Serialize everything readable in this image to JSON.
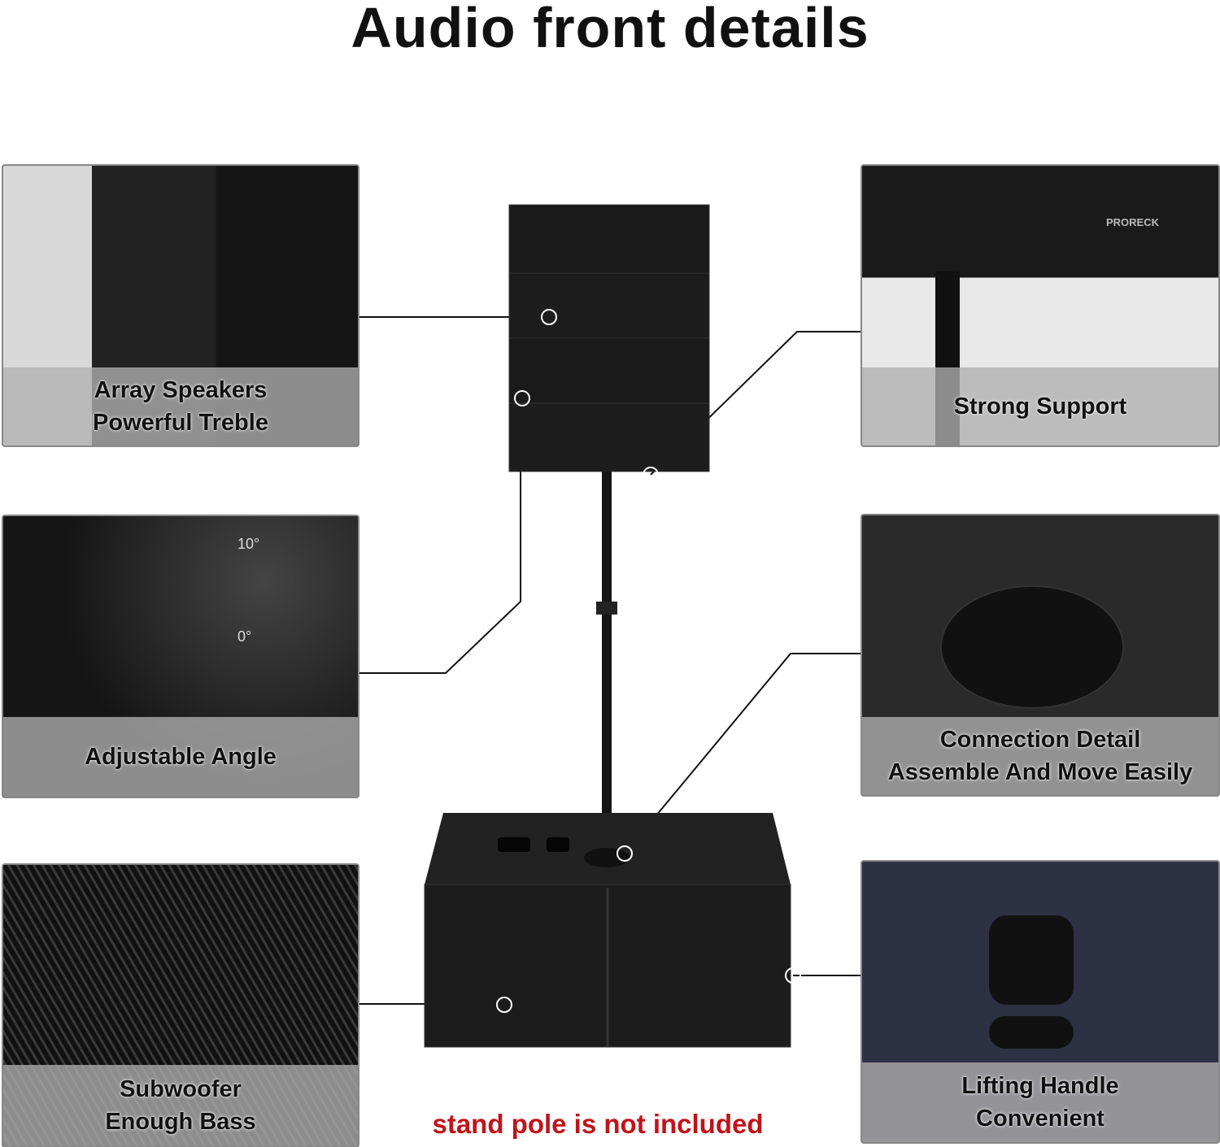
{
  "title": "Audio front details",
  "panels": {
    "array": {
      "line1": "Array Speakers",
      "line2": "Powerful Treble"
    },
    "angle": {
      "line1": "Adjustable Angle",
      "marks": [
        "10°",
        "0°"
      ]
    },
    "subwoofer": {
      "line1": "Subwoofer",
      "line2": "Enough Bass"
    },
    "support": {
      "line1": "Strong Support",
      "brand": "PRORECK"
    },
    "connection": {
      "line1": "Connection Detail",
      "line2": "Assemble And Move Easily"
    },
    "handle": {
      "line1": "Lifting Handle",
      "line2": "Convenient"
    }
  },
  "notice": "stand pole is not included",
  "colors": {
    "notice": "#c0141a",
    "caption_band": "#afafaf"
  }
}
